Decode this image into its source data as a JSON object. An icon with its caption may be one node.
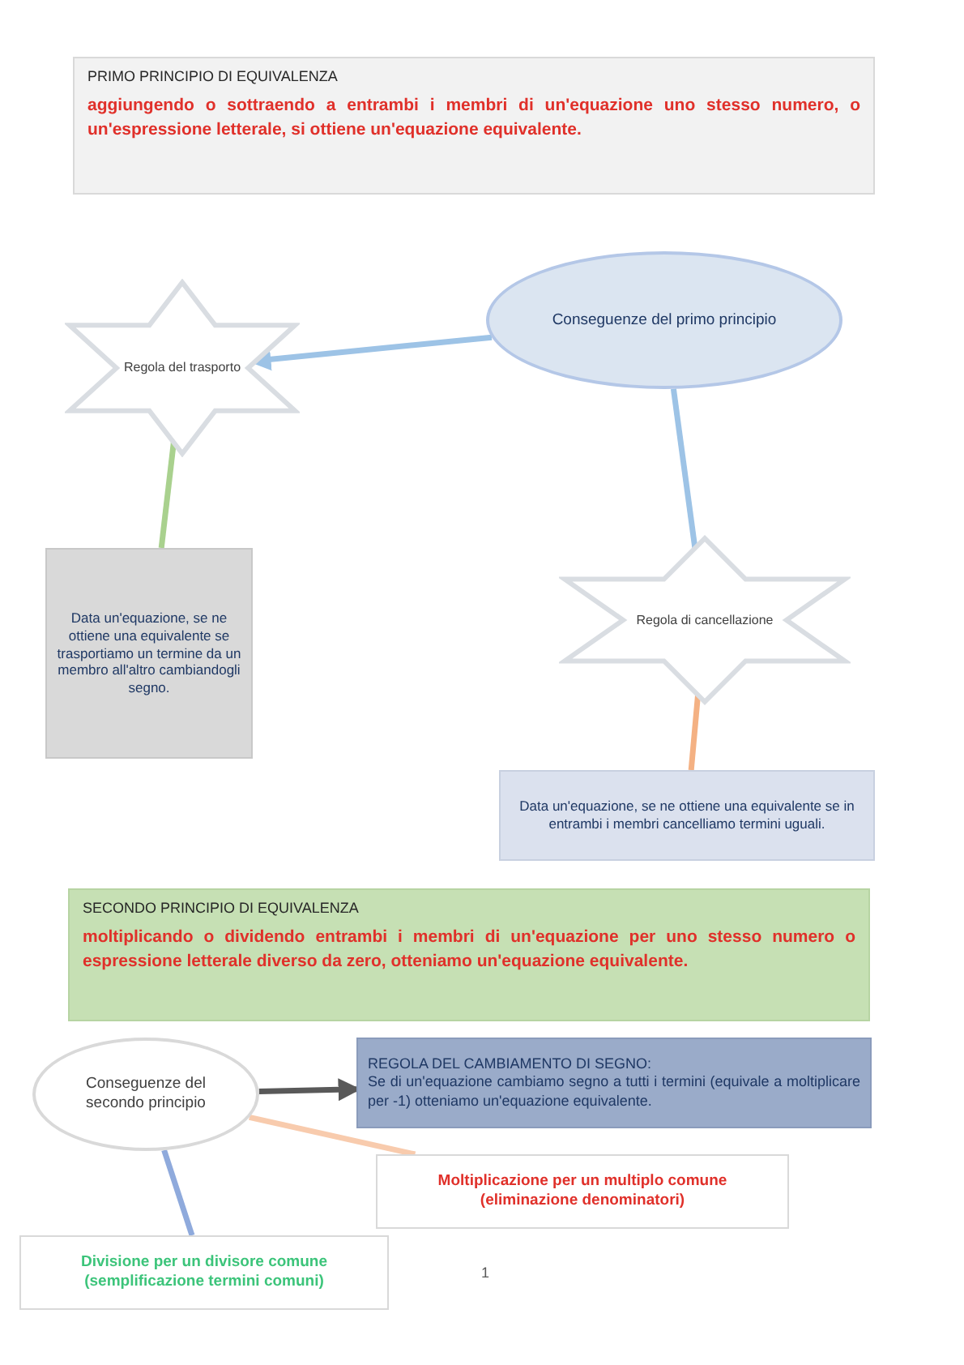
{
  "diagram": {
    "nodes": [
      {
        "text": [
          "PRIMO PRINCIPIO DI EQUIVALENZA",
          "aggiungendo o sottraendo a entrambi i membri di un'equazione uno stesso numero, o un'espressione letterale, si ottiene un'equazione equivalente."
        ]
      },
      {
        "text": [
          "Conseguenze del primo principio"
        ]
      },
      {
        "text": [
          "Regola del trasporto"
        ]
      },
      {
        "text": [
          "Data un'equazione, se ne ottiene una equivalente se trasportiamo un termine da un membro all'altro cambiandogli segno."
        ]
      },
      {
        "text": [
          "Regola di cancellazione"
        ]
      },
      {
        "text": [
          "Data un'equazione, se ne ottiene una equivalente se in entrambi i membri cancelliamo termini uguali."
        ]
      },
      {
        "text": [
          "SECONDO PRINCIPIO DI EQUIVALENZA",
          "moltiplicando o dividendo entrambi i membri di un'equazione per uno stesso numero o espressione letterale diverso da zero, otteniamo un'equazione equivalente."
        ]
      },
      {
        "text": [
          "Conseguenze del secondo principio"
        ]
      },
      {
        "text": [
          "REGOLA DEL CAMBIAMENTO DI SEGNO:",
          "Se di un'equazione cambiamo segno a tutti i termini (equivale a moltiplicare per -1) otteniamo un'equazione equivalente."
        ]
      },
      {
        "text": [
          "Moltiplicazione per un multiplo comune (eliminazione denominatori)"
        ]
      },
      {
        "text": [
          "Divisione per un divisore comune (semplificazione termini comuni)"
        ]
      }
    ],
    "edges": [
      {
        "from": 1,
        "to": 2,
        "arrow": "to",
        "color": "#9dc3e6"
      },
      {
        "from": 1,
        "to": 4,
        "arrow": "none",
        "color": "#9dc3e6"
      },
      {
        "from": 2,
        "to": 3,
        "arrow": "none",
        "color": "#a9d18e"
      },
      {
        "from": 4,
        "to": 5,
        "arrow": "none",
        "color": "#f4b183"
      },
      {
        "from": 7,
        "to": 8,
        "arrow": "to",
        "color": "#595959"
      },
      {
        "from": 7,
        "to": 9,
        "arrow": "none",
        "color": "#f8cbad"
      },
      {
        "from": 7,
        "to": 10,
        "arrow": "none",
        "color": "#8faadc"
      }
    ],
    "labels": [
      "1"
    ]
  }
}
